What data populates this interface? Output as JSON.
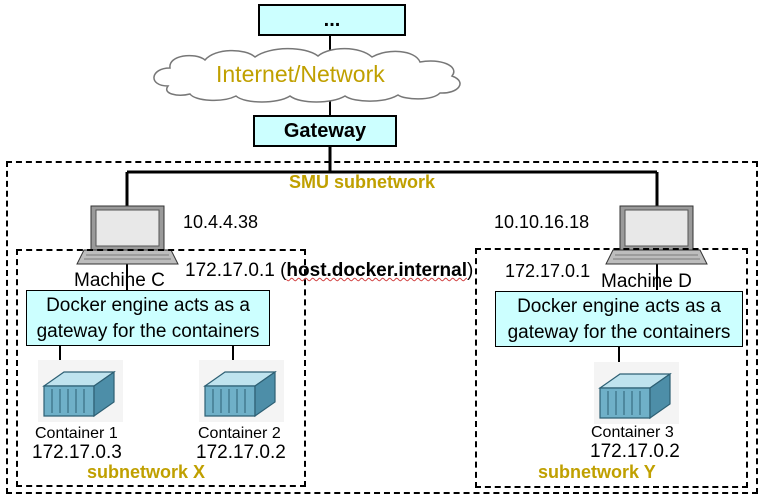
{
  "top_box": {
    "label": "..."
  },
  "cloud": {
    "label": "Internet/Network"
  },
  "gateway": {
    "label": "Gateway"
  },
  "smu_subnetwork": {
    "label": "SMU subnetwork"
  },
  "machine_c": {
    "label": "Machine C",
    "external_ip": "10.4.4.38",
    "internal_ip": "172.17.0.1",
    "hostname_prefix": "(",
    "hostname": "host.docker.internal",
    "hostname_suffix": ")",
    "engine_note_line1": "Docker engine acts as a",
    "engine_note_line2": "gateway for the containers",
    "containers": [
      {
        "name": "Container 1",
        "ip": "172.17.0.3"
      },
      {
        "name": "Container 2",
        "ip": "172.17.0.2"
      }
    ],
    "subnetwork_label": "subnetwork X"
  },
  "machine_d": {
    "label": "Machine D",
    "external_ip": "10.10.16.18",
    "internal_ip": "172.17.0.1",
    "engine_note_line1": "Docker engine acts as a",
    "engine_note_line2": "gateway for the containers",
    "containers": [
      {
        "name": "Container 3",
        "ip": "172.17.0.2"
      }
    ],
    "subnetwork_label": "subnetwork Y"
  },
  "colors": {
    "box_fill": "#ccffff",
    "gold_text": "#c0a000",
    "container_body": "#6fb0c8",
    "laptop_gray": "#808080"
  }
}
